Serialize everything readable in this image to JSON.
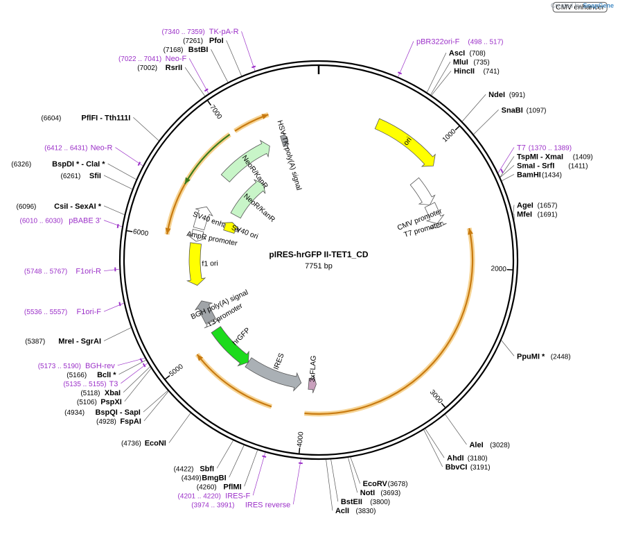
{
  "watermark": {
    "prefix": "Created by",
    "brand": "SnapGene"
  },
  "plasmid": {
    "name": "pIRES-hrGFP II-TET1_CD",
    "length": "7751 bp"
  },
  "ticks": [
    {
      "label": "1000",
      "pos": 1000
    },
    {
      "label": "2000",
      "pos": 2000
    },
    {
      "label": "3000",
      "pos": 3000
    },
    {
      "label": "4000",
      "pos": 4000
    },
    {
      "label": "5000",
      "pos": 5000
    },
    {
      "label": "6000",
      "pos": 6000
    },
    {
      "label": "7000",
      "pos": 7000
    }
  ],
  "features": [
    {
      "name": "ori",
      "start": 500,
      "end": 1090,
      "dir": 1,
      "color": "#ffff00",
      "ring": 0
    },
    {
      "name": "CMV enhancer",
      "start": 1090,
      "end": 1370,
      "dir": 1,
      "color": "#ffffff",
      "ring": 1,
      "boxed": true
    },
    {
      "name": "CMV promoter",
      "start": 1370,
      "end": 1570,
      "dir": 1,
      "color": "#ffffff",
      "ring": 1
    },
    {
      "name": "T7 promoter",
      "start": 1570,
      "end": 1610,
      "dir": 1,
      "color": "#ffffff",
      "ring": 1
    },
    {
      "name": "3xFLAG",
      "start": 3900,
      "end": 3975,
      "dir": -1,
      "color": "#c9a0bd",
      "ring": 1
    },
    {
      "name": "IRES",
      "start": 4050,
      "end": 4620,
      "dir": -1,
      "color": "#aab0b5",
      "ring": 1
    },
    {
      "name": "hrGFP",
      "start": 4620,
      "end": 5080,
      "dir": -1,
      "color": "#1ddb1d",
      "ring": 1
    },
    {
      "name": "T3 promoter",
      "start": 5140,
      "end": 5170,
      "dir": -1,
      "color": "#ffffff",
      "ring": 1
    },
    {
      "name": "BGH poly(A) signal",
      "start": 5180,
      "end": 5400,
      "dir": 1,
      "color": "#a0a4a8",
      "ring": 1
    },
    {
      "name": "f1 ori",
      "start": 5560,
      "end": 5980,
      "dir": -1,
      "color": "#ffff00",
      "ring": 1
    },
    {
      "name": "AmpR promoter",
      "start": 6000,
      "end": 6110,
      "dir": -1,
      "color": "#ffffff",
      "ring": 1
    },
    {
      "name": "SV40 enhancer",
      "start": 6130,
      "end": 6360,
      "dir": 1,
      "color": "#ffffff",
      "ring": 1
    },
    {
      "name": "SV40 ori",
      "start": 6190,
      "end": 6320,
      "dir": 1,
      "color": "#ffff00",
      "ring": 2
    },
    {
      "name": "NeoR/KanR",
      "start": 6420,
      "end": 6975,
      "dir": 1,
      "color": "#c8f5c8",
      "ring": 2
    },
    {
      "name": "NeoR/KanR",
      "start": 6700,
      "end": 7250,
      "dir": 1,
      "color": "#c8f5c8",
      "ring": 1
    },
    {
      "name": "HSV TK poly(A) signal",
      "start": 7380,
      "end": 7440,
      "dir": 1,
      "color": "#a0a4a8",
      "ring": 1
    }
  ],
  "primer_arcs": [
    {
      "start": 7040,
      "end": 7340,
      "dir": 1
    },
    {
      "start": 6020,
      "end": 6990,
      "dir": -1
    },
    {
      "start": 6450,
      "end": 6990,
      "dir": -1,
      "dark": true
    },
    {
      "start": 1680,
      "end": 3990,
      "dir": -1
    },
    {
      "start": 4260,
      "end": 5000,
      "dir": 1
    }
  ],
  "enzymes": [
    {
      "name": "AscI",
      "pos_label": "(708)",
      "pos": 708,
      "side": "right"
    },
    {
      "name": "MluI",
      "pos_label": "(735)",
      "pos": 735,
      "side": "right"
    },
    {
      "name": "HincII",
      "pos_label": "(741)",
      "pos": 741,
      "side": "right"
    },
    {
      "name": "NdeI",
      "pos_label": "(991)",
      "pos": 991,
      "side": "right"
    },
    {
      "name": "SnaBI",
      "pos_label": "(1097)",
      "pos": 1097,
      "side": "right"
    },
    {
      "name": "TspMI - XmaI",
      "pos_label": "(1409)",
      "pos": 1409,
      "side": "right"
    },
    {
      "name": "SmaI - SrfI",
      "pos_label": "(1411)",
      "pos": 1411,
      "side": "right"
    },
    {
      "name": "BamHI",
      "pos_label": "(1434)",
      "pos": 1434,
      "side": "right"
    },
    {
      "name": "AgeI",
      "pos_label": "(1657)",
      "pos": 1657,
      "side": "right"
    },
    {
      "name": "MfeI",
      "pos_label": "(1691)",
      "pos": 1691,
      "side": "right"
    },
    {
      "name": "PpuMI *",
      "pos_label": "(2448)",
      "pos": 2448,
      "side": "right"
    },
    {
      "name": "AleI",
      "pos_label": "(3028)",
      "pos": 3028,
      "side": "right"
    },
    {
      "name": "AhdI",
      "pos_label": "(3180)",
      "pos": 3180,
      "side": "right"
    },
    {
      "name": "BbvCI",
      "pos_label": "(3191)",
      "pos": 3191,
      "side": "right"
    },
    {
      "name": "EcoRV",
      "pos_label": "(3678)",
      "pos": 3678,
      "side": "right"
    },
    {
      "name": "NotI",
      "pos_label": "(3693)",
      "pos": 3693,
      "side": "right"
    },
    {
      "name": "BstEII",
      "pos_label": "(3800)",
      "pos": 3800,
      "side": "right"
    },
    {
      "name": "AclI",
      "pos_label": "(3830)",
      "pos": 3830,
      "side": "right"
    },
    {
      "name": "SbfI",
      "pos_label": "(4422)",
      "pos": 4422,
      "side": "left"
    },
    {
      "name": "BmgBI",
      "pos_label": "(4349)",
      "pos": 4349,
      "side": "left"
    },
    {
      "name": "PflMI",
      "pos_label": "(4260)",
      "pos": 4260,
      "side": "left"
    },
    {
      "name": "EcoNI",
      "pos_label": "(4736)",
      "pos": 4736,
      "side": "left"
    },
    {
      "name": "BspQI - SapI",
      "pos_label": "(4934)",
      "pos": 4934,
      "side": "left"
    },
    {
      "name": "FspAI",
      "pos_label": "(4928)",
      "pos": 4928,
      "side": "left"
    },
    {
      "name": "XbaI",
      "pos_label": "(5118)",
      "pos": 5118,
      "side": "left"
    },
    {
      "name": "PspXI",
      "pos_label": "(5106)",
      "pos": 5106,
      "side": "left"
    },
    {
      "name": "BclI *",
      "pos_label": "(5166)",
      "pos": 5166,
      "side": "left"
    },
    {
      "name": "MreI - SgrAI",
      "pos_label": "(5387)",
      "pos": 5387,
      "side": "left"
    },
    {
      "name": "CsiI - SexAI *",
      "pos_label": "(6096)",
      "pos": 6096,
      "side": "left"
    },
    {
      "name": "BspDI * - ClaI *",
      "pos_label": "(6326)",
      "pos": 6326,
      "side": "left"
    },
    {
      "name": "SfiI",
      "pos_label": "(6261)",
      "pos": 6261,
      "side": "left"
    },
    {
      "name": "PflFI - Tth111I",
      "pos_label": "(6604)",
      "pos": 6604,
      "side": "left"
    },
    {
      "name": "RsrII",
      "pos_label": "(7002)",
      "pos": 7002,
      "side": "left"
    },
    {
      "name": "BstBI",
      "pos_label": "(7168)",
      "pos": 7168,
      "side": "left"
    },
    {
      "name": "PfoI",
      "pos_label": "(7261)",
      "pos": 7261,
      "side": "left"
    }
  ],
  "primers": [
    {
      "name": "pBR322ori-F",
      "range": "(498 .. 517)",
      "pos": 505,
      "side": "right"
    },
    {
      "name": "T7",
      "range": "(1370 .. 1389)",
      "pos": 1380,
      "side": "right"
    },
    {
      "name": "IRES reverse",
      "range": "(3974 .. 3991)",
      "pos": 3985,
      "side": "left"
    },
    {
      "name": "IRES-F",
      "range": "(4201 .. 4220)",
      "pos": 4210,
      "side": "left"
    },
    {
      "name": "T3",
      "range": "(5135 .. 5155)",
      "pos": 5145,
      "side": "left"
    },
    {
      "name": "BGH-rev",
      "range": "(5173 .. 5190)",
      "pos": 5180,
      "side": "left"
    },
    {
      "name": "F1ori-F",
      "range": "(5536 .. 5557)",
      "pos": 5545,
      "side": "left"
    },
    {
      "name": "F1ori-R",
      "range": "(5748 .. 5767)",
      "pos": 5757,
      "side": "left"
    },
    {
      "name": "pBABE 3'",
      "range": "(6010 .. 6030)",
      "pos": 6020,
      "side": "left"
    },
    {
      "name": "Neo-R",
      "range": "(6412 .. 6431)",
      "pos": 6420,
      "side": "left"
    },
    {
      "name": "Neo-F",
      "range": "(7022 .. 7041)",
      "pos": 7030,
      "side": "left"
    },
    {
      "name": "TK-pA-R",
      "range": "(7340 .. 7359)",
      "pos": 7350,
      "side": "left"
    }
  ]
}
